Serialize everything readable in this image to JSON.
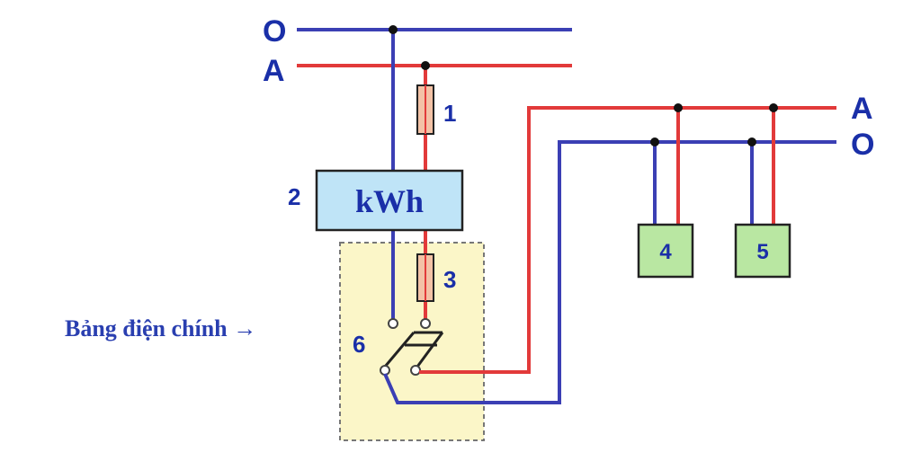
{
  "diagram": {
    "neutral_label": "O",
    "phase_label": "A",
    "fuse1_label": "1",
    "meter_label": "2",
    "meter_text": "kWh",
    "fuse3_label": "3",
    "switch_label": "6",
    "panel_caption": "Bảng điện chính →",
    "load4_label": "4",
    "load5_label": "5",
    "right_phase_label": "A",
    "right_neutral_label": "O"
  },
  "colors": {
    "neutral_wire": "#3b3fb4",
    "phase_wire": "#e23a3a",
    "meter_fill": "#bfe4f7",
    "panel_fill": "#fbf6c8",
    "load_fill": "#b9e7a2",
    "fuse_fill": "#f3c2a6"
  }
}
